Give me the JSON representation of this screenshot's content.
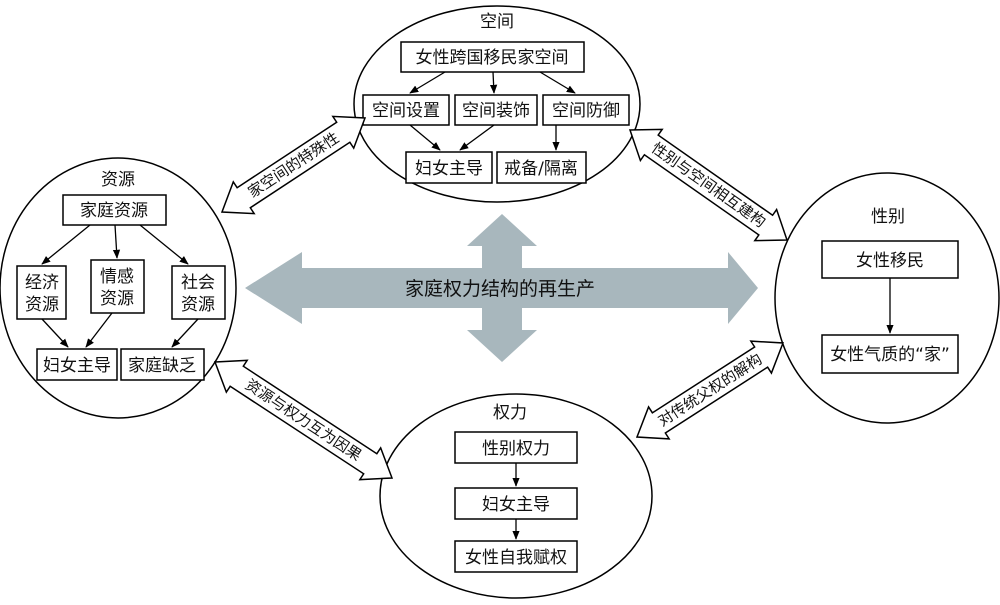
{
  "center": {
    "label": "家庭权力结构的再生产"
  },
  "space": {
    "title": "空间",
    "top": "女性跨国移民家空间",
    "row1": [
      "空间设置",
      "空间装饰",
      "空间防御"
    ],
    "row2": [
      "妇女主导",
      "戒备/隔离"
    ]
  },
  "resources": {
    "title": "资源",
    "top": "家庭资源",
    "row1": [
      "经济\n资源",
      "情感\n资源",
      "社会\n资源"
    ],
    "row2": [
      "妇女主导",
      "家庭缺乏"
    ]
  },
  "gender": {
    "title": "性别",
    "top": "女性移民",
    "bottom": "女性气质的“家”"
  },
  "power": {
    "title": "权力",
    "items": [
      "性别权力",
      "妇女主导",
      "女性自我赋权"
    ]
  },
  "links": {
    "res_space": "家空间的特殊性",
    "space_gender": "性别与空间相互建构",
    "res_power": "资源与权力互为因果",
    "power_gender": "对传统父权的解构"
  },
  "colors": {
    "cross": "#a8b7bd",
    "line": "#000000",
    "box_fill": "#ffffff"
  }
}
